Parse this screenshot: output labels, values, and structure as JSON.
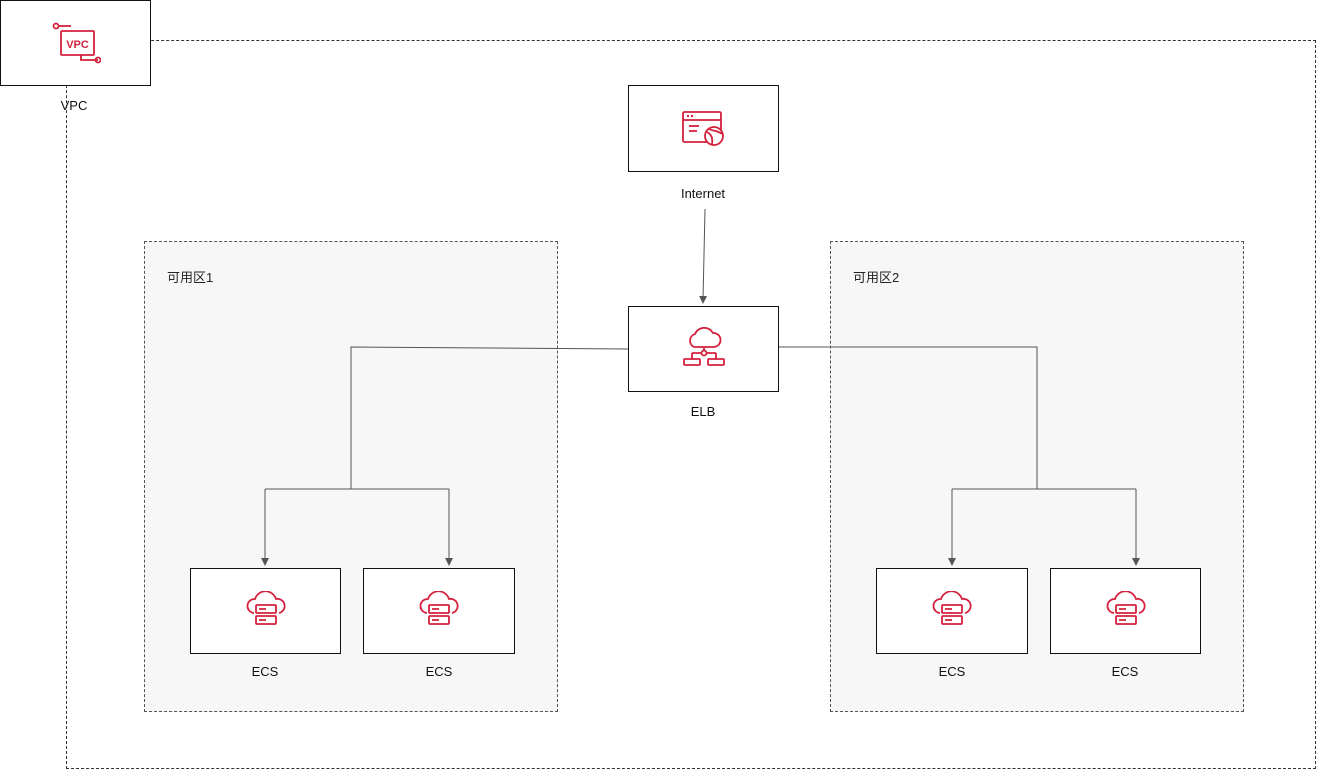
{
  "vpc": {
    "label": "VPC",
    "badge": "VPC"
  },
  "internet": {
    "label": "Internet"
  },
  "elb": {
    "label": "ELB"
  },
  "zones": [
    {
      "label": "可用区1",
      "ecs": [
        {
          "label": "ECS"
        },
        {
          "label": "ECS"
        }
      ]
    },
    {
      "label": "可用区2",
      "ecs": [
        {
          "label": "ECS"
        },
        {
          "label": "ECS"
        }
      ]
    }
  ],
  "colors": {
    "accent": "#d4213d",
    "line": "#555555"
  },
  "icons": {
    "vpc": "vpc-icon",
    "internet": "browser-globe-icon",
    "elb": "cloud-network-icon",
    "ecs": "cloud-server-icon"
  }
}
